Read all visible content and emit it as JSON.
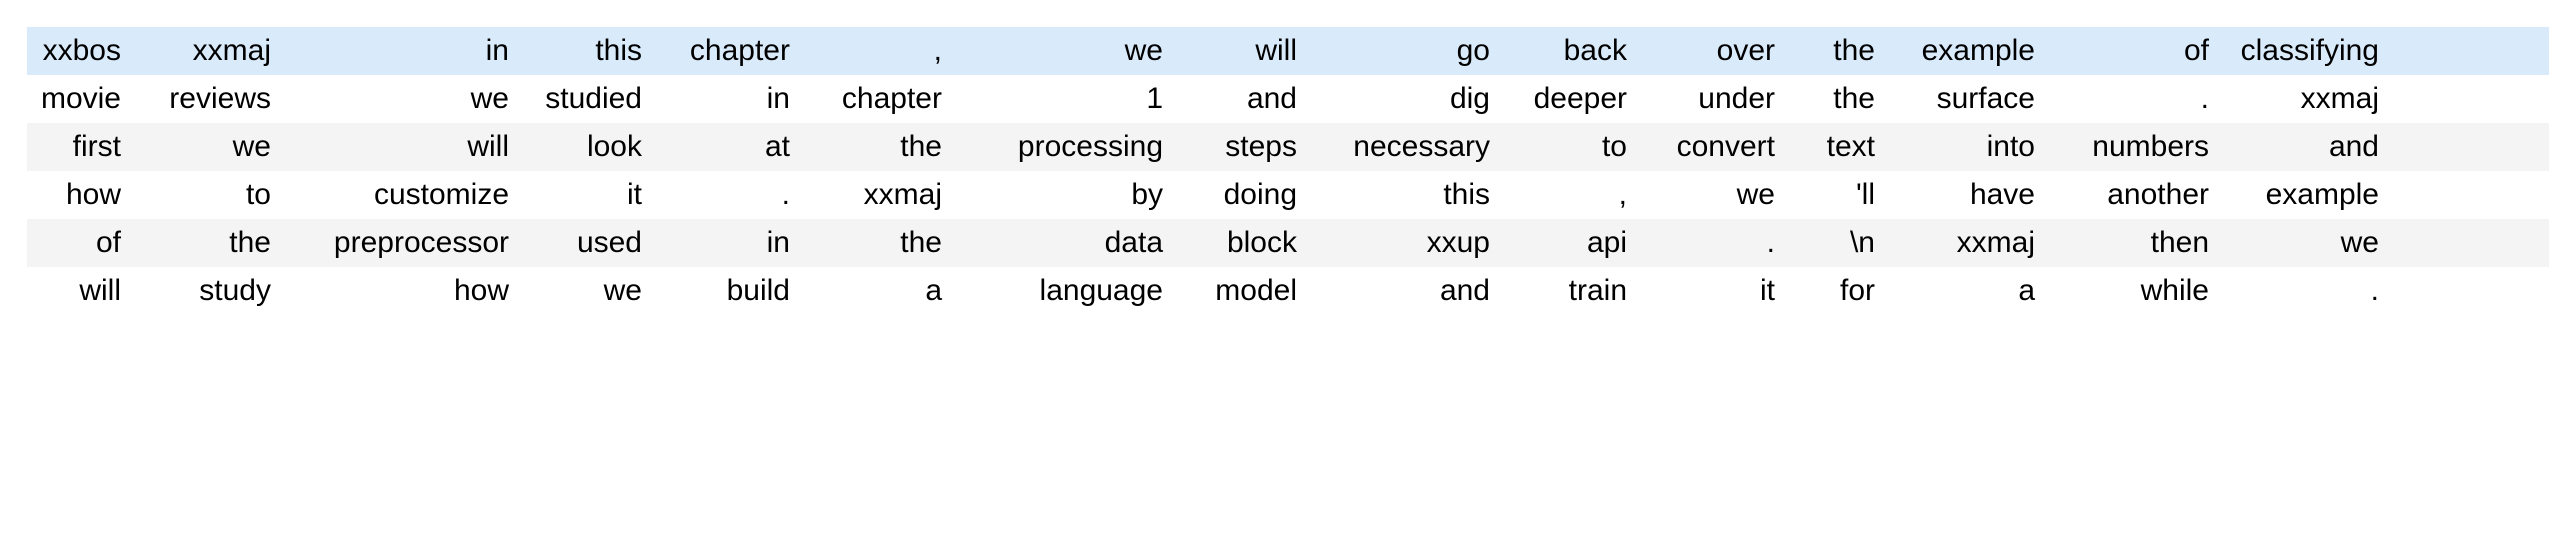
{
  "table": {
    "type": "dataframe-token-table",
    "row_count": 6,
    "column_count": 16,
    "text_align": "right",
    "colors": {
      "highlight_row_bg": "#d9eafa",
      "odd_row_bg": "#f4f4f4",
      "even_row_bg": "#ffffff",
      "text": "#000000",
      "page_bg": "#ffffff"
    },
    "rows": [
      {
        "style": "blue",
        "cells": [
          "xxbos",
          "xxmaj",
          "in",
          "this",
          "chapter",
          ",",
          "we",
          "will",
          "go",
          "back",
          "over",
          "the",
          "example",
          "of",
          "classifying"
        ]
      },
      {
        "style": "white",
        "cells": [
          "movie",
          "reviews",
          "we",
          "studied",
          "in",
          "chapter",
          "1",
          "and",
          "dig",
          "deeper",
          "under",
          "the",
          "surface",
          ".",
          "xxmaj"
        ]
      },
      {
        "style": "gray",
        "cells": [
          "first",
          "we",
          "will",
          "look",
          "at",
          "the",
          "processing",
          "steps",
          "necessary",
          "to",
          "convert",
          "text",
          "into",
          "numbers",
          "and"
        ]
      },
      {
        "style": "white",
        "cells": [
          "how",
          "to",
          "customize",
          "it",
          ".",
          "xxmaj",
          "by",
          "doing",
          "this",
          ",",
          "we",
          "'ll",
          "have",
          "another",
          "example"
        ]
      },
      {
        "style": "gray",
        "cells": [
          "of",
          "the",
          "preprocessor",
          "used",
          "in",
          "the",
          "data",
          "block",
          "xxup",
          "api",
          ".",
          "\\n",
          "xxmaj",
          "then",
          "we"
        ]
      },
      {
        "style": "white",
        "cells": [
          "will",
          "study",
          "how",
          "we",
          "build",
          "a",
          "language",
          "model",
          "and",
          "train",
          "it",
          "for",
          "a",
          "while",
          "."
        ]
      }
    ]
  }
}
